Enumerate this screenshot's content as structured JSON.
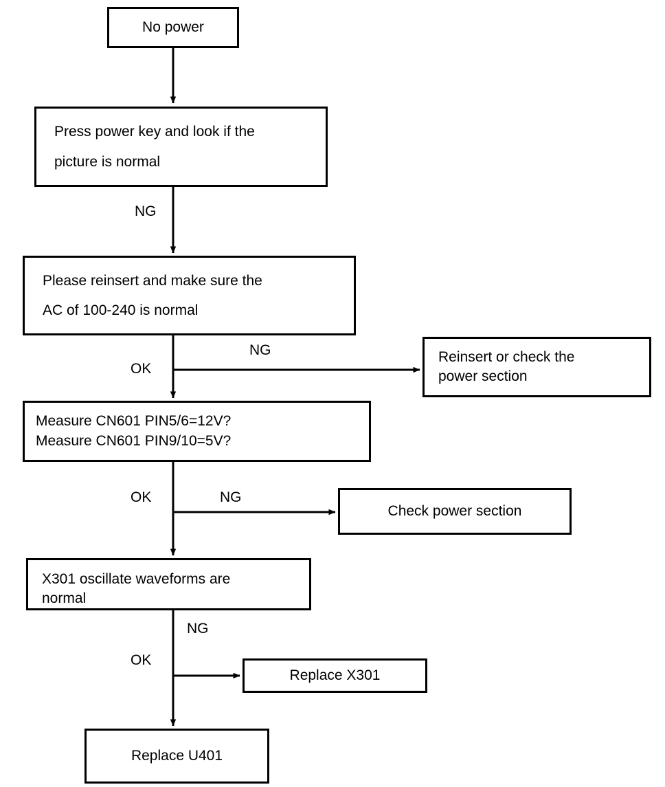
{
  "diagram": {
    "title": "No power troubleshooting flowchart",
    "stroke_color": "#000000",
    "fill_color": "#ffffff",
    "text_color": "#000000"
  },
  "nodes": [
    {
      "id": "no-power",
      "label": "No power"
    },
    {
      "id": "press-power-key",
      "label": "Press power key and look if the\npicture is normal"
    },
    {
      "id": "please-reinsert",
      "label": "Please reinsert and make sure the\nAC of 100-240 is normal"
    },
    {
      "id": "reinsert-or-check",
      "label": "Reinsert or check the\npower section"
    },
    {
      "id": "measure-cn601",
      "label": "Measure CN601 PIN5/6=12V?\nMeasure CN601 PIN9/10=5V?"
    },
    {
      "id": "check-power-section",
      "label": "Check power section"
    },
    {
      "id": "x301-oscillate",
      "label": "X301 oscillate waveforms are\nnormal"
    },
    {
      "id": "replace-x301",
      "label": "Replace X301"
    },
    {
      "id": "replace-u401",
      "label": "Replace U401"
    }
  ],
  "edge_labels": {
    "ng_after_press_power": "NG",
    "ok_after_reinsert": "OK",
    "ng_to_reinsert_check": "NG",
    "ok_after_measure": "OK",
    "ng_to_check_power": "NG",
    "ok_after_x301": "OK",
    "ng_to_replace_x301": "NG"
  },
  "edges": [
    {
      "from": "no-power",
      "to": "press-power-key",
      "label": ""
    },
    {
      "from": "press-power-key",
      "to": "please-reinsert",
      "label": "NG"
    },
    {
      "from": "please-reinsert",
      "to": "reinsert-or-check",
      "label": "NG"
    },
    {
      "from": "please-reinsert",
      "to": "measure-cn601",
      "label": "OK"
    },
    {
      "from": "measure-cn601",
      "to": "check-power-section",
      "label": "NG"
    },
    {
      "from": "measure-cn601",
      "to": "x301-oscillate",
      "label": "OK"
    },
    {
      "from": "x301-oscillate",
      "to": "replace-x301",
      "label": "NG"
    },
    {
      "from": "x301-oscillate",
      "to": "replace-u401",
      "label": "OK"
    }
  ]
}
